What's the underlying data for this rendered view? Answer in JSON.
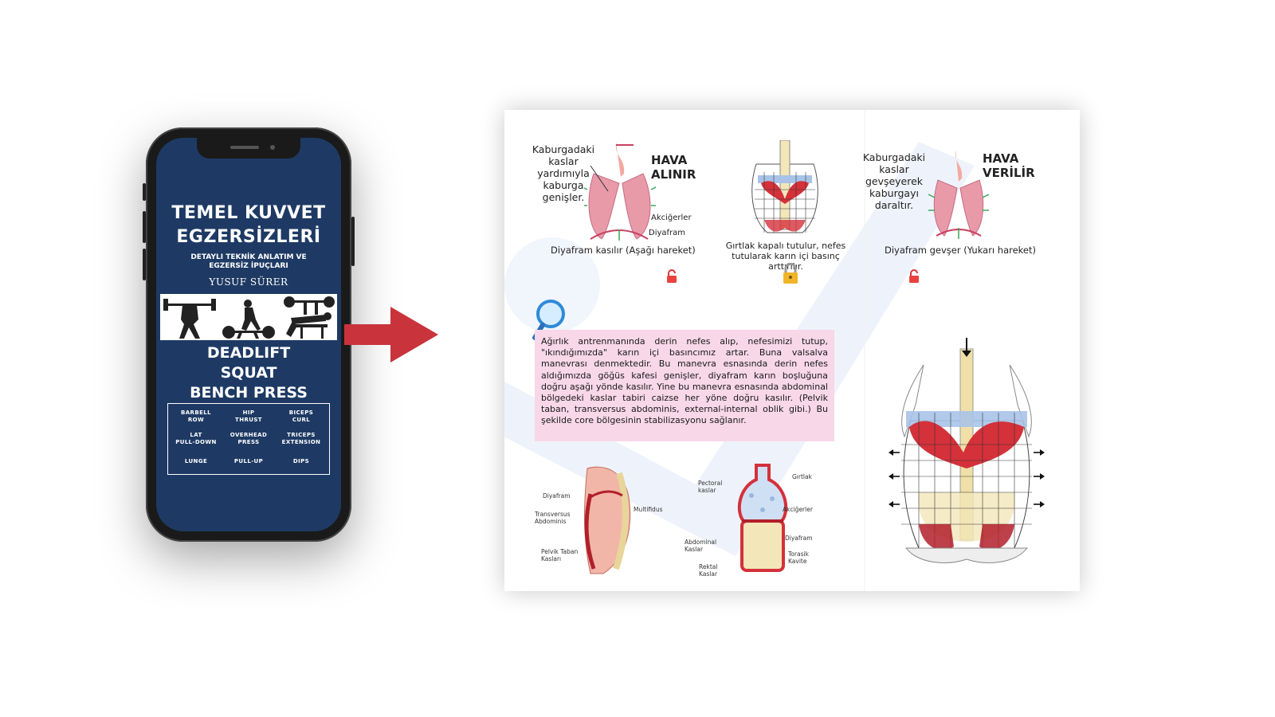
{
  "book": {
    "title_line1": "TEMEL KUVVET",
    "title_line2": "EGZERSİZLERİ",
    "subtitle_line1": "DETAYLI TEKNİK ANLATIM VE",
    "subtitle_line2": "EGZERSİZ İPUÇLARI",
    "author": "YUSUF SÜRER",
    "lifts": [
      "DEADLIFT",
      "SQUAT",
      "BENCH PRESS"
    ],
    "exercises": [
      [
        "BARBELL",
        "ROW"
      ],
      [
        "HIP",
        "THRUST"
      ],
      [
        "BICEPS",
        "CURL"
      ],
      [
        "LAT",
        "PULL-DOWN"
      ],
      [
        "OVERHEAD",
        "PRESS"
      ],
      [
        "TRICEPS",
        "EXTENSION"
      ],
      [
        "LUNGE",
        ""
      ],
      [
        "PULL-UP",
        ""
      ],
      [
        "DIPS",
        ""
      ]
    ],
    "colors": {
      "cover": "#1e3a64",
      "arrow": "#c9333b"
    }
  },
  "page": {
    "inhale": {
      "ribs_note": [
        "Kaburgadaki",
        "kaslar",
        "yardımıyla",
        "kaburga",
        "genişler."
      ],
      "heading": [
        "HAVA",
        "ALINIR"
      ],
      "lungs_label": "Akciğerler",
      "diaphragm_label": "Diyafram",
      "caption": "Diyafram kasılır (Aşağı hareket)"
    },
    "middle": {
      "caption_line1": "Gırtlak kapalı tutulur, nefes",
      "caption_line2": "tutularak karın içi basınç arttırılır."
    },
    "exhale": {
      "ribs_note": [
        "Kaburgadaki",
        "kaslar",
        "gevşeyerek",
        "kaburgayı",
        "daraltır."
      ],
      "heading": [
        "HAVA",
        "VERİLİR"
      ],
      "caption": "Diyafram gevşer (Yukarı hareket)"
    },
    "info_text": "Ağırlık antrenmanında derin nefes alıp, nefesimizi tutup, \"ıkındığımızda\" karın içi basıncımız  artar. Buna valsalva manevrası denmektedir. Bu manevra esnasında derin nefes aldığımızda göğüs kafesi genişler, diyafram karın boşluğuna doğru aşağı yönde kasılır. Yine bu manevra esnasında abdominal bölgedeki kaslar tabiri caizse her yöne doğru kasılır. (Pelvik taban, transversus abdominis, external-internal oblik gibi.) Bu şekilde core bölgesinin stabilizasyonu sağlanır.",
    "spine_labels": {
      "diyafram": "Diyafram",
      "transversus": [
        "Transversus",
        "Abdominis"
      ],
      "multifidus": "Multifidus",
      "pelvik": [
        "Pelvik Taban",
        "Kasları"
      ]
    },
    "torso_labels": {
      "pectoral": [
        "Pectoral",
        "kaslar"
      ],
      "girtlak": "Gırtlak",
      "akcigerler": "Akciğerler",
      "abdominal": [
        "Abdominal",
        "Kaslar"
      ],
      "diyafram": "Diyafram",
      "rektal": [
        "Rektal",
        "Kaslar"
      ],
      "torasik": [
        "Torasik",
        "Kavite"
      ]
    }
  }
}
